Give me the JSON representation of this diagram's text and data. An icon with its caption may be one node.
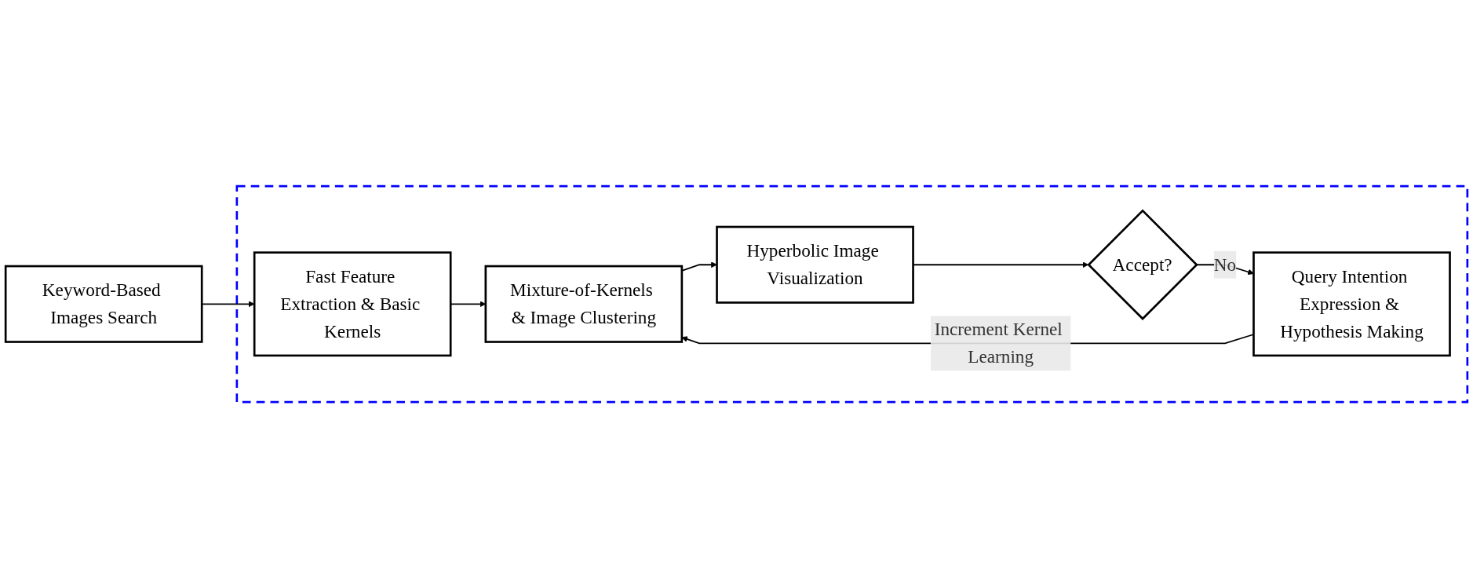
{
  "diagram": {
    "nodes": [
      {
        "text": [
          "Keyword-Based Images Search"
        ]
      },
      {
        "text": [],
        "shape": "box"
      },
      {
        "text": [
          "Fast Feature Extraction & Basic Kernels"
        ],
        "in": 1
      },
      {
        "text": [
          "Mixture-of-Kernels & Image Clustering"
        ],
        "in": 1
      },
      {
        "text": [
          "Hyperbolic Image Visualization"
        ],
        "in": 1
      },
      {
        "text": [
          "Accept?"
        ],
        "in": 1
      },
      {
        "text": [
          "Query Intention Expression & Hypothesis Making"
        ],
        "in": 1
      }
    ],
    "edges": [
      {
        "from": 0,
        "to": 2,
        "arrow": "to"
      },
      {
        "from": 2,
        "to": 3,
        "arrow": "to"
      },
      {
        "from": 3,
        "to": 4,
        "arrow": "to"
      },
      {
        "from": 4,
        "to": 5,
        "arrow": "to"
      },
      {
        "from": 5,
        "to": 6,
        "label": "No",
        "arrow": "to"
      },
      {
        "from": 6,
        "to": 3,
        "label": "Increment Kernel Learning",
        "arrow": "to"
      }
    ]
  }
}
